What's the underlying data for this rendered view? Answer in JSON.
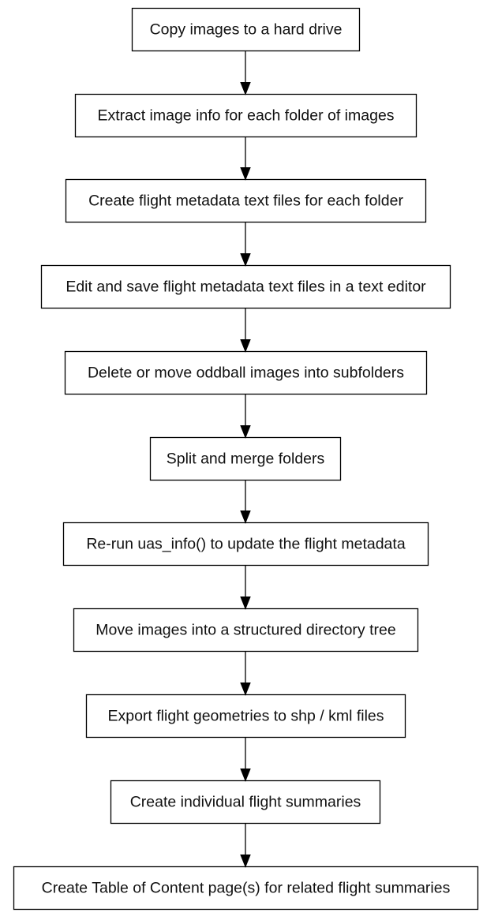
{
  "flowchart": {
    "steps": [
      {
        "label": "Copy images to a hard drive"
      },
      {
        "label": "Extract image info for each folder of images"
      },
      {
        "label": "Create flight metadata text files for each folder"
      },
      {
        "label": "Edit and save flight metadata text files in a text editor"
      },
      {
        "label": "Delete or move oddball images into subfolders"
      },
      {
        "label": "Split and merge folders"
      },
      {
        "label": "Re-run uas_info() to update the flight metadata"
      },
      {
        "label": "Move images into a structured directory tree"
      },
      {
        "label": "Export flight geometries to shp / kml files"
      },
      {
        "label": "Create individual flight summaries"
      },
      {
        "label": "Create Table of Content page(s) for related flight summaries"
      }
    ],
    "connector": "arrow",
    "colors": {
      "box_fill": "#ffffff",
      "box_stroke": "#000000",
      "text": "#111111",
      "arrow": "#000000"
    }
  }
}
